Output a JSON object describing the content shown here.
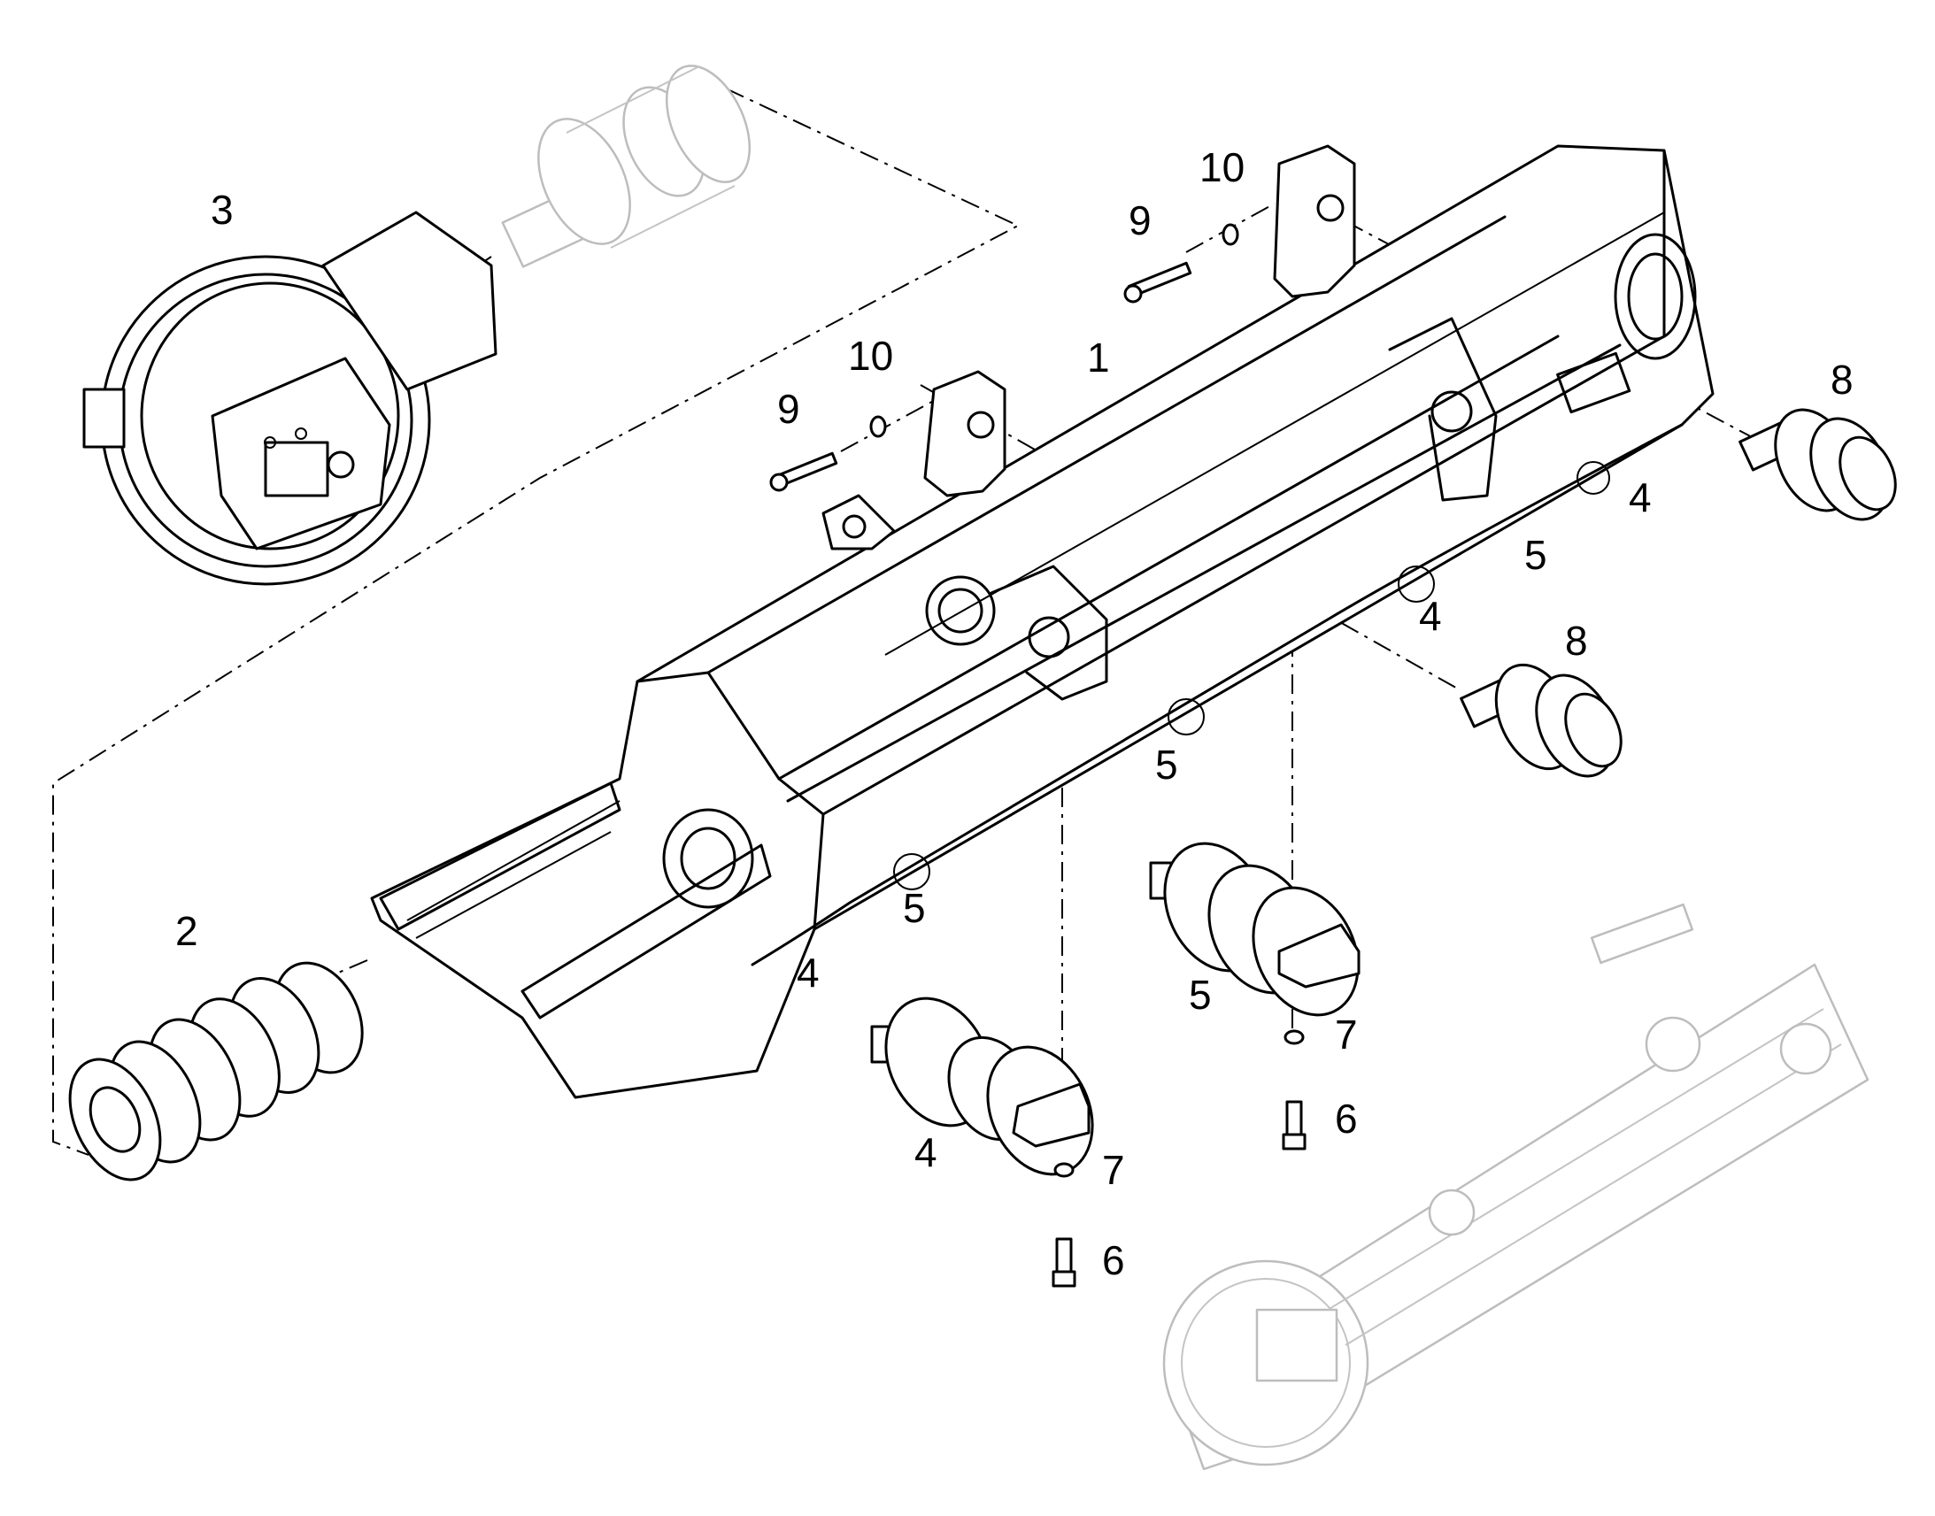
{
  "diagram": {
    "callouts": [
      {
        "id": "c3",
        "text": "3"
      },
      {
        "id": "c10a",
        "text": "10"
      },
      {
        "id": "c9a",
        "text": "9"
      },
      {
        "id": "c10b",
        "text": "10"
      },
      {
        "id": "c9b",
        "text": "9"
      },
      {
        "id": "c1",
        "text": "1"
      },
      {
        "id": "c8a",
        "text": "8"
      },
      {
        "id": "c4a",
        "text": "4"
      },
      {
        "id": "c5a",
        "text": "5"
      },
      {
        "id": "c4b",
        "text": "4"
      },
      {
        "id": "c8b",
        "text": "8"
      },
      {
        "id": "c5b",
        "text": "5"
      },
      {
        "id": "c2",
        "text": "2"
      },
      {
        "id": "c5c",
        "text": "5"
      },
      {
        "id": "c4c",
        "text": "4"
      },
      {
        "id": "c5d",
        "text": "5"
      },
      {
        "id": "c7a",
        "text": "7"
      },
      {
        "id": "c6a",
        "text": "6"
      },
      {
        "id": "c4d",
        "text": "4"
      },
      {
        "id": "c7b",
        "text": "7"
      },
      {
        "id": "c6b",
        "text": "6"
      }
    ]
  }
}
